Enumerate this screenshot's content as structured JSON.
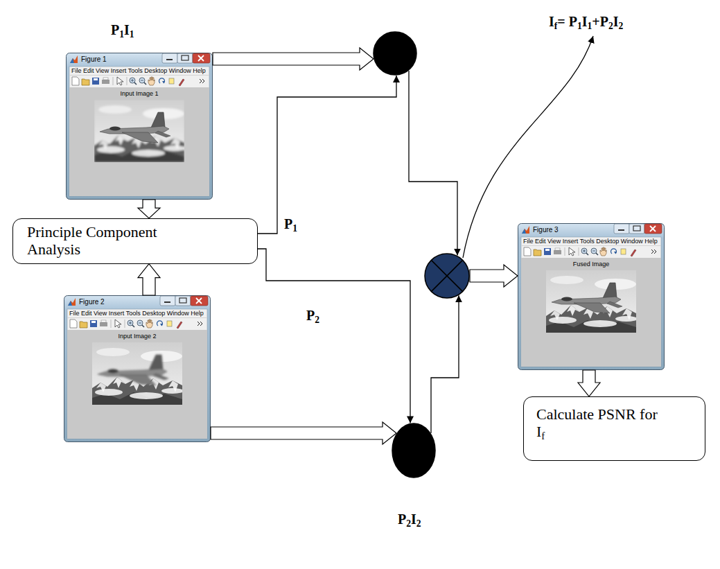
{
  "diagram": {
    "nodes": [
      {
        "text": [
          "Figure 1",
          "File Edit View Insert Tools Desktop Window Help",
          "Input Image 1"
        ]
      },
      {
        "text": []
      },
      {
        "text": [
          "Principle Component Analysis"
        ]
      },
      {
        "text": [
          "Figure 2",
          "File Edit View Insert Tools Desktop Window Help",
          "Input Image 2"
        ]
      },
      {
        "text": []
      },
      {
        "text": [
          "Figure 3",
          "File Edit View Insert Tools Desktop Window Help",
          "Fused Image"
        ]
      },
      {
        "text": []
      },
      {
        "text": [
          "Calculate PSNR for If"
        ]
      }
    ],
    "edges": [
      {
        "from": 0,
        "to": 1,
        "arrow": "to"
      },
      {
        "from": 0,
        "to": 2,
        "arrow": "to"
      },
      {
        "from": 3,
        "to": 2,
        "arrow": "to"
      },
      {
        "from": 2,
        "to": 1,
        "label": "P1",
        "arrow": "to"
      },
      {
        "from": 2,
        "to": 6,
        "label": "P2",
        "arrow": "to"
      },
      {
        "from": 3,
        "to": 6,
        "arrow": "to"
      },
      {
        "from": 1,
        "to": 4,
        "arrow": "to"
      },
      {
        "from": 6,
        "to": 4,
        "arrow": "to"
      },
      {
        "from": 4,
        "to": 5,
        "arrow": "to"
      },
      {
        "from": 5,
        "to": 7,
        "arrow": "to"
      }
    ],
    "labels": [
      "P1I1",
      "If= P1I1+P2I2",
      "P2I2"
    ]
  }
}
